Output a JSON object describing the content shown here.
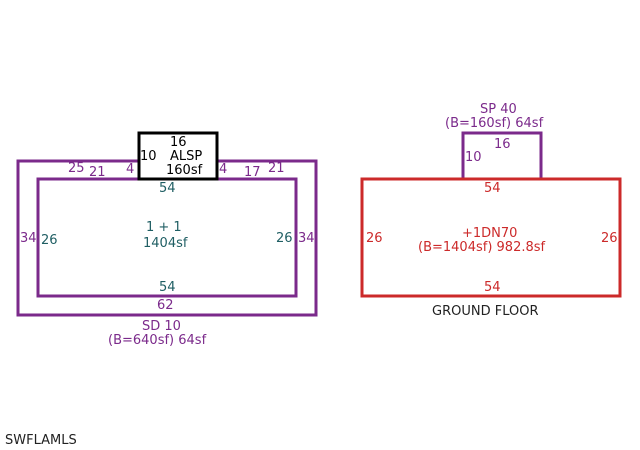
{
  "colors": {
    "purple": "#7b2a8b",
    "teal": "#1f5e63",
    "red": "#cc2a2a",
    "black": "#000000",
    "dark": "#222222"
  },
  "left": {
    "outer": {
      "top_left": "25",
      "top_left_inner": "21",
      "top_right": "21",
      "top_mid_right": "17",
      "left": "34",
      "right": "34",
      "bottom": "62",
      "gap_left": "4",
      "gap_right": "4"
    },
    "inner": {
      "top": "54",
      "bottom": "54",
      "left": "26",
      "right": "26",
      "label_line1": "1 + 1",
      "label_line2": "1404sf"
    },
    "alsp": {
      "top": "16",
      "left": "10",
      "label": "ALSP",
      "area": "160sf"
    },
    "caption_line1": "SD 10",
    "caption_line2": "(B=640sf) 64sf"
  },
  "right": {
    "sp": {
      "caption_line1": "SP 40",
      "caption_line2": "(B=160sf) 64sf",
      "top": "16",
      "left": "10"
    },
    "main": {
      "top": "54",
      "bottom": "54",
      "left": "26",
      "right": "26",
      "label_line1": "+1DN70",
      "label_line2": "(B=1404sf) 982.8sf"
    },
    "floor_label": "GROUND FLOOR"
  },
  "watermark": "SWFLAMLS"
}
